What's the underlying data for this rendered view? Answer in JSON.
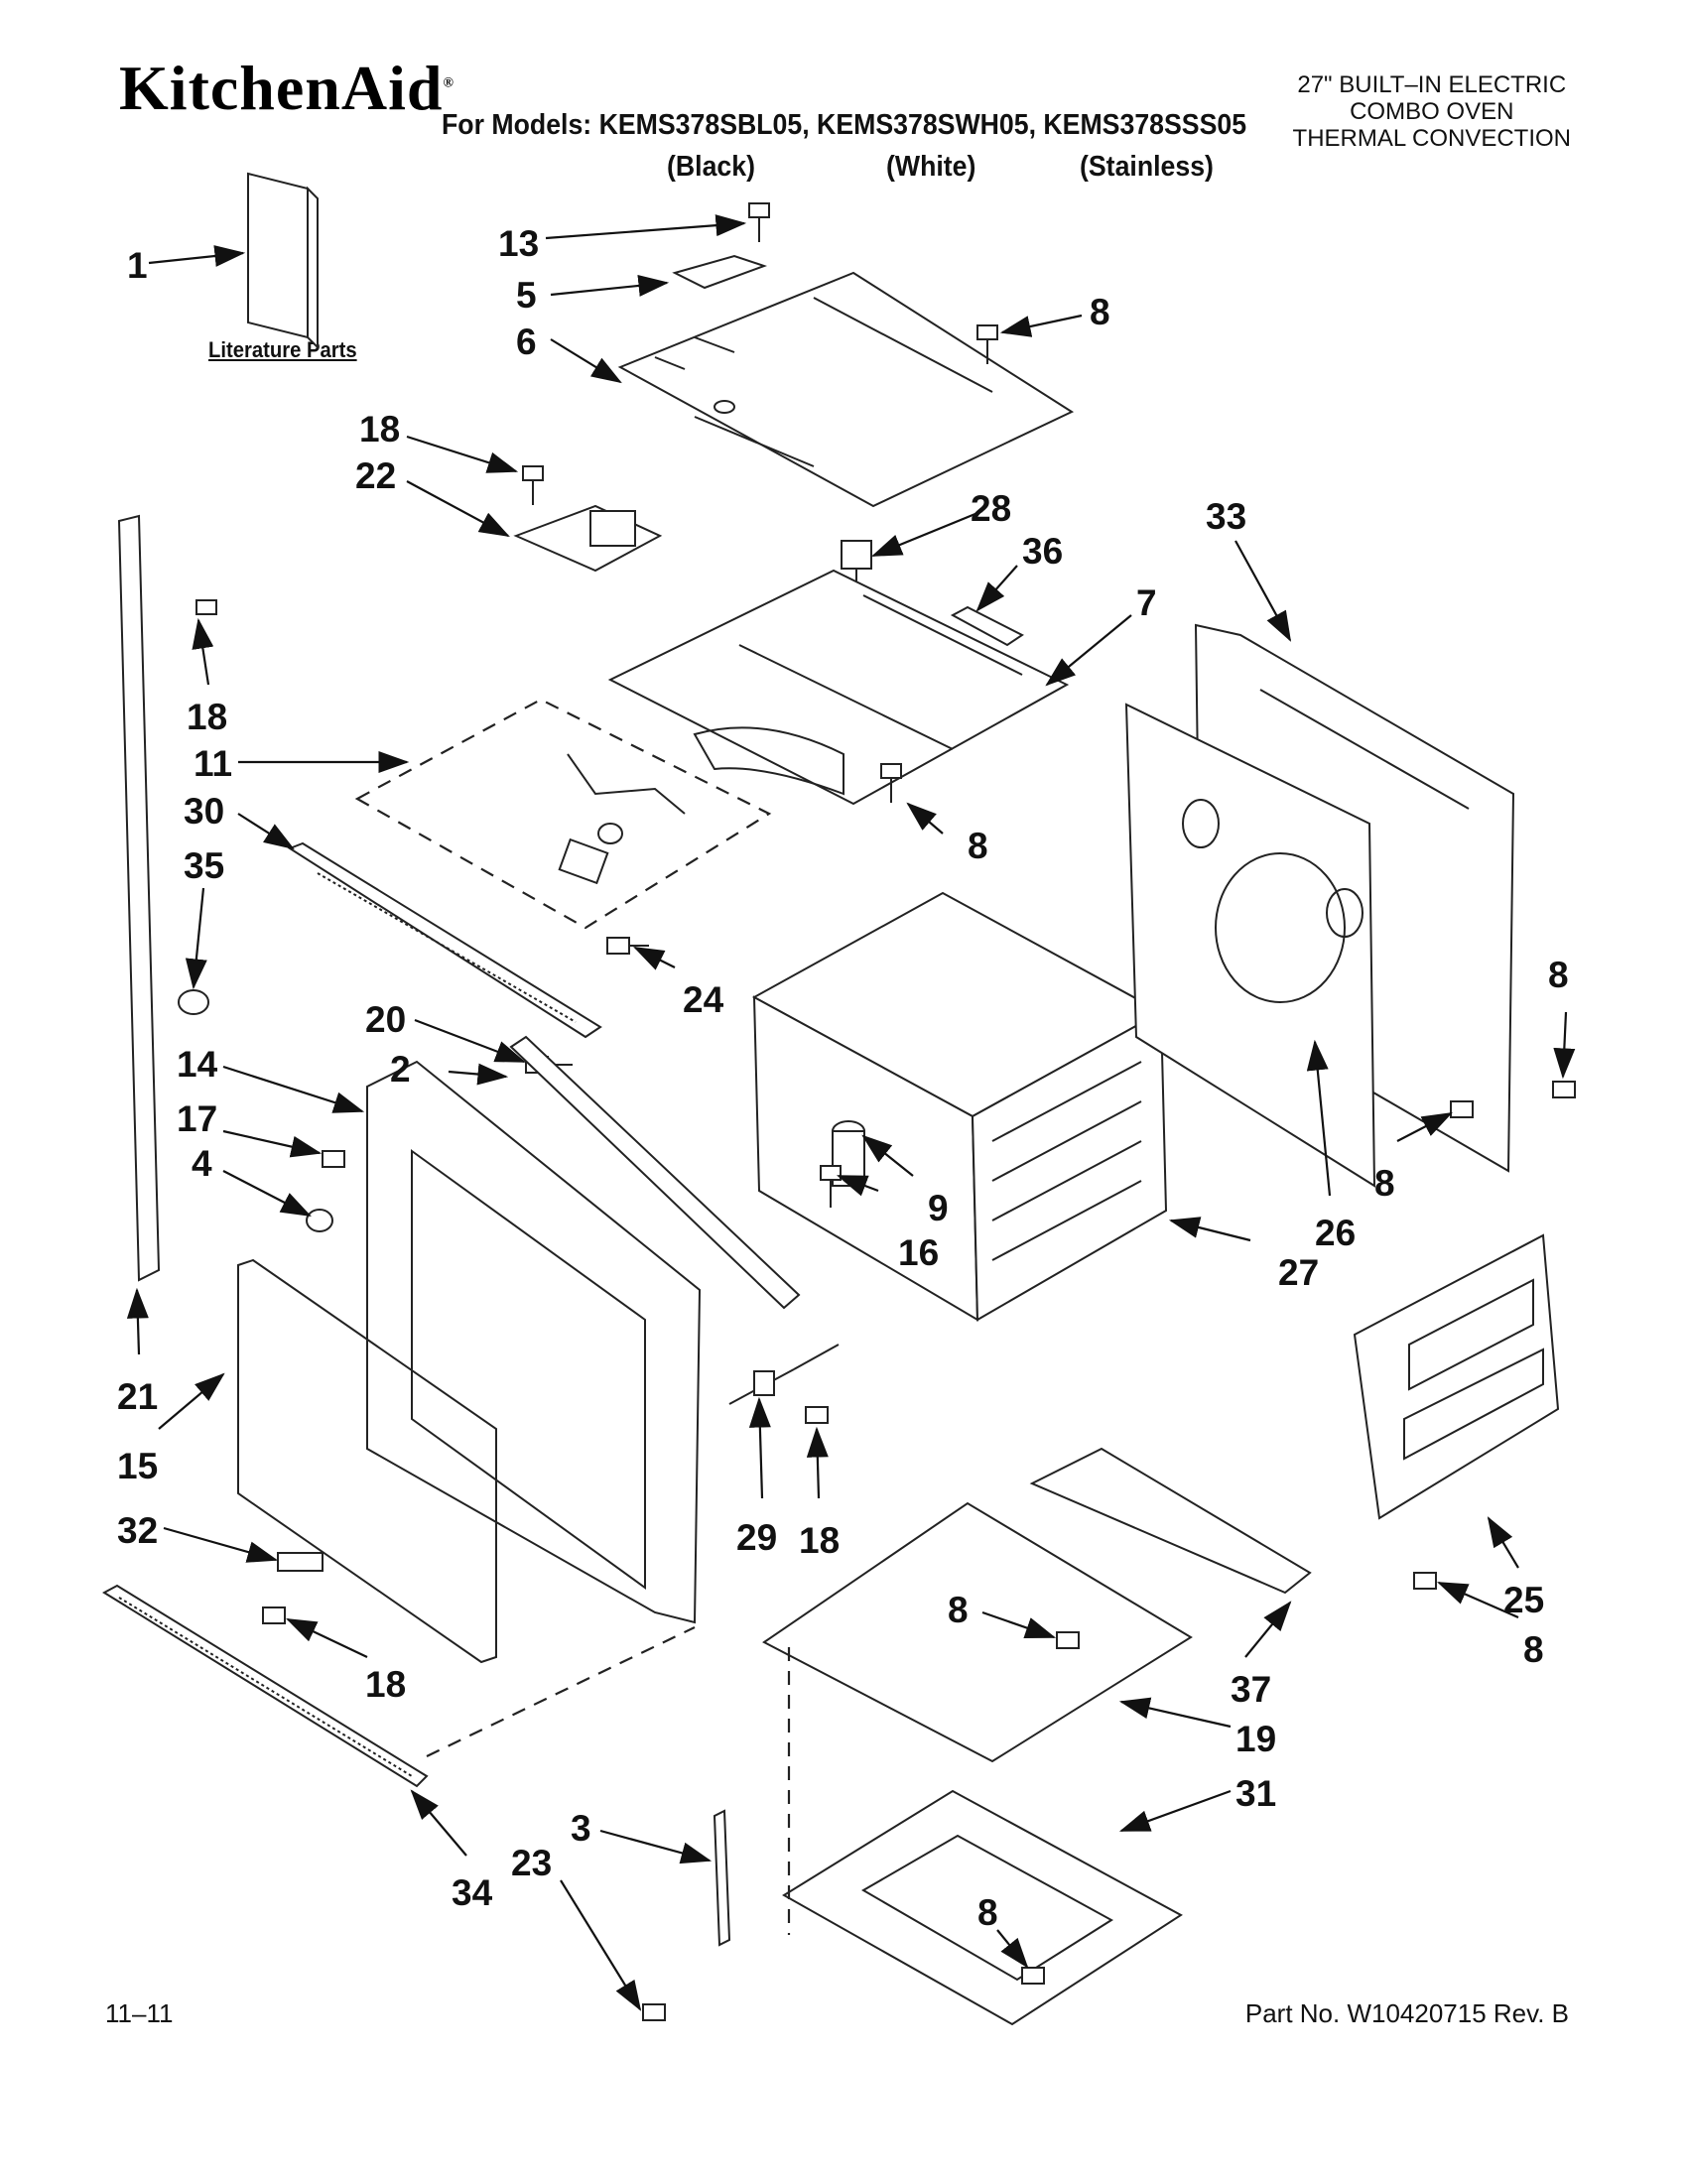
{
  "header": {
    "brand": "KitchenAid",
    "registered": "®",
    "models_line": "For Models: KEMS378SBL05, KEMS378SWH05, KEMS378SSS05",
    "color_black": "(Black)",
    "color_white": "(White)",
    "color_stainless": "(Stainless)",
    "product_line1": "27\" BUILT–IN ELECTRIC",
    "product_line2": "COMBO OVEN",
    "product_line3": "THERMAL CONVECTION"
  },
  "literature_label": "Literature Parts",
  "footer": {
    "date": "11–11",
    "part_number": "Part No. W10420715 Rev. B"
  },
  "callouts": {
    "c1": "1",
    "c13": "13",
    "c5": "5",
    "c6": "6",
    "c8a": "8",
    "c18a": "18",
    "c22": "22",
    "c28": "28",
    "c36": "36",
    "c7": "7",
    "c33": "33",
    "c18b": "18",
    "c11": "11",
    "c30": "30",
    "c35": "35",
    "c8b": "8",
    "c24": "24",
    "c8c": "8",
    "c20": "20",
    "c14": "14",
    "c2": "2",
    "c17": "17",
    "c4": "4",
    "c9": "9",
    "c16": "16",
    "c8d": "8",
    "c26": "26",
    "c27": "27",
    "c21": "21",
    "c15": "15",
    "c29": "29",
    "c18c": "18",
    "c32": "32",
    "c25": "25",
    "c8e": "8",
    "c8f": "8",
    "c18d": "18",
    "c37": "37",
    "c19": "19",
    "c31": "31",
    "c34": "34",
    "c3": "3",
    "c23": "23",
    "c8g": "8"
  }
}
